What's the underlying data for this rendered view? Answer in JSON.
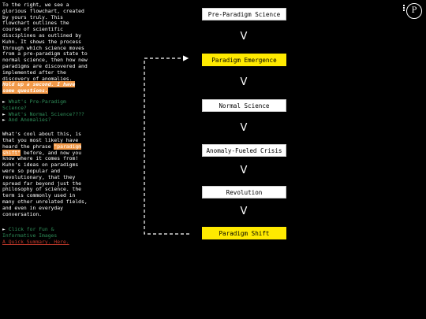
{
  "intro_text": "To the right, we see a glorious flowchart, created by yours truly. This flowchart outlines the course of scientific disciplines as outlined by Kuhn. It shows the process through which science moves from a pre-paradigm state to normal science, then how new paradigms are discovered and implemented after the discovery of anomalies.",
  "highlight_text": "Hold up a second. I have some questions.",
  "questions": [
    {
      "arrow": "►",
      "label": "What's Pre-Paradigm Science?"
    },
    {
      "arrow": "►",
      "label": "What's Normal Science????"
    },
    {
      "arrow": "►",
      "label": "And Anomalies?"
    }
  ],
  "paradigm": {
    "before": "What's cool about this, is that you most likely have heard the phrase ",
    "term": "\"paradigm shift\"",
    "after": " before, and now you know where it comes from! Kuhn's ideas on paradigms were so popular and revolutionary, that they spread far beyond just the philosophy of science. the term is commonly used in many other unrelated fields, and even in everyday conversation."
  },
  "bottom_link": {
    "arrow": "►",
    "label": "Click for Fun & Informative Images"
  },
  "source_link": "A Quick Summary. Here.",
  "corner_button": "P",
  "flow": {
    "arrow_glyph": "V",
    "nodes": [
      {
        "label": "Pre-Paradigm Science",
        "color": "#ffffff"
      },
      {
        "label": "Paradigm Emergence",
        "color": "#ffea00"
      },
      {
        "label": "Normal Science",
        "color": "#ffffff"
      },
      {
        "label": "Anomaly-Fueled Crisis",
        "color": "#ffffff"
      },
      {
        "label": "Revolution",
        "color": "#ffffff"
      },
      {
        "label": "Paradigm Shift",
        "color": "#ffea00"
      }
    ]
  },
  "colors": {
    "background": "#000000",
    "highlight": "#f29a4a",
    "link": "#2f8f5a",
    "source_link": "#c0392b",
    "node_yellow": "#ffea00"
  }
}
